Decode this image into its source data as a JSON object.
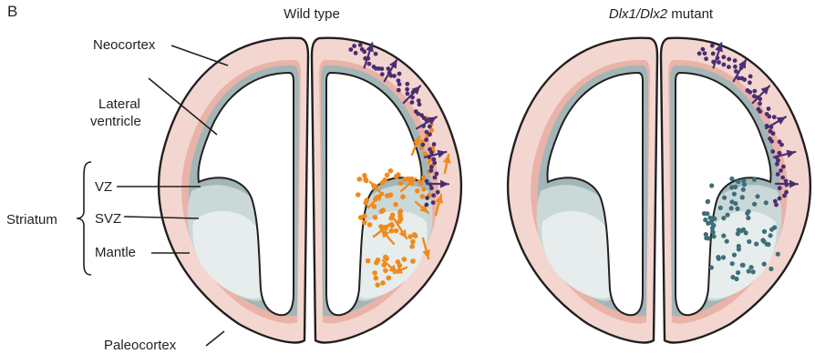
{
  "panel_letter": "B",
  "titles": {
    "left": "Wild type",
    "right_italic": "Dlx1/Dlx2",
    "right_suffix": " mutant"
  },
  "labels": {
    "neocortex": "Neocortex",
    "lateral": "Lateral",
    "ventricle": "ventricle",
    "vz": "VZ",
    "svz": "SVZ",
    "mantle": "Mantle",
    "striatum": "Striatum",
    "paleocortex": "Paleocortex"
  },
  "colors": {
    "outline": "#231f20",
    "cortex_pink": "#f3d6cf",
    "pink_band": "#e9b3a8",
    "vz_gray": "#a2b6b8",
    "svz_gray": "#cbd8d8",
    "mantle": "#e6edec",
    "migrating_purple": "#4b2d73",
    "interneuron_orange": "#f08a1d",
    "mutant_teal": "#3d6f7a"
  }
}
